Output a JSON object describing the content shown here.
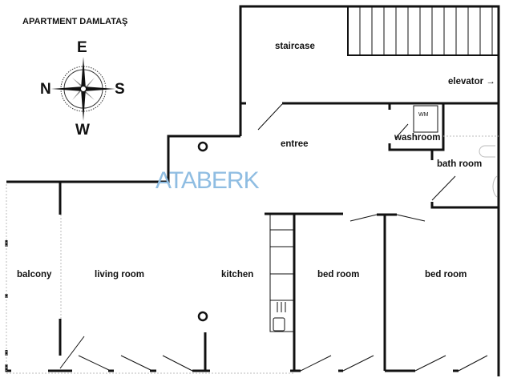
{
  "title": "APARTMENT DAMLATAŞ",
  "compass": {
    "top": "E",
    "left": "N",
    "right": "S",
    "bottom": "W"
  },
  "watermark": "ATABERK",
  "rooms": {
    "staircase": "staircase",
    "elevator": "elevator →",
    "entree": "entree",
    "washroom": "washroom",
    "wm": "WM",
    "bathroom": "bath room",
    "balcony": "balcony",
    "living": "living room",
    "kitchen": "kitchen",
    "bedroom1": "bed room",
    "bedroom2": "bed room"
  },
  "colors": {
    "wall": "#111111",
    "watermark": "#8fbde2"
  }
}
